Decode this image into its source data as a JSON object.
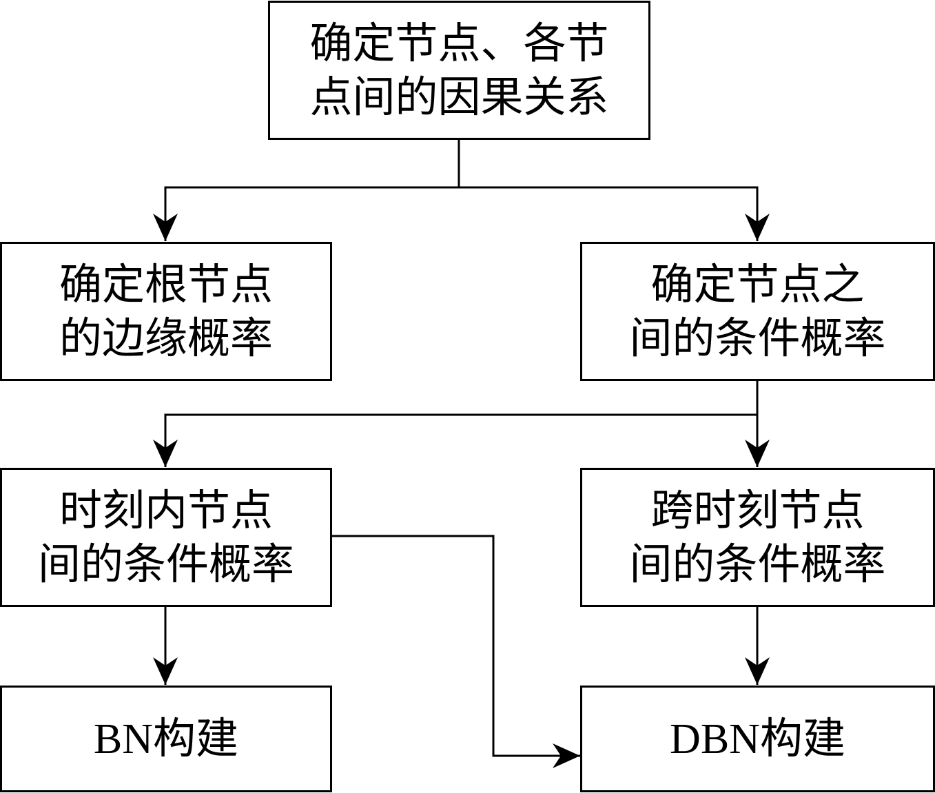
{
  "nodes": {
    "causal": {
      "lines": [
        "确定节点、各节",
        "点间的因果关系"
      ]
    },
    "marginal": {
      "lines": [
        "确定根节点",
        "的边缘概率"
      ]
    },
    "conditional": {
      "lines": [
        "确定节点之",
        "间的条件概率"
      ]
    },
    "intra": {
      "lines": [
        "时刻内节点",
        "间的条件概率"
      ]
    },
    "inter": {
      "lines": [
        "跨时刻节点",
        "间的条件概率"
      ]
    },
    "bn": {
      "lines": [
        "BN构建"
      ]
    },
    "dbn": {
      "lines": [
        "DBN构建"
      ]
    }
  },
  "edges": [
    {
      "from": "causal",
      "to": "marginal"
    },
    {
      "from": "causal",
      "to": "conditional"
    },
    {
      "from": "conditional",
      "to": "intra"
    },
    {
      "from": "conditional",
      "to": "inter"
    },
    {
      "from": "intra",
      "to": "bn"
    },
    {
      "from": "intra",
      "to": "dbn"
    },
    {
      "from": "inter",
      "to": "dbn"
    }
  ]
}
